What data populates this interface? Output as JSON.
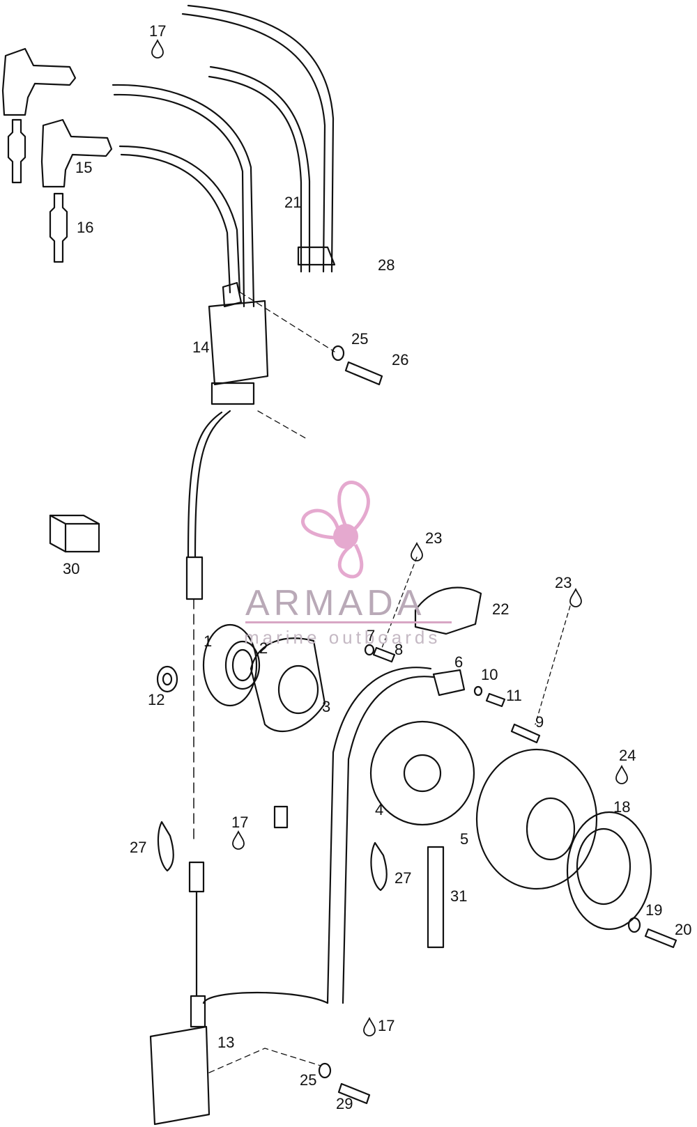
{
  "watermark": {
    "brand": "ARMADA",
    "tagline": "marine outboards",
    "logo_color": "#e5a9cf"
  },
  "part_labels": [
    {
      "id": "l17a",
      "text": "17"
    },
    {
      "id": "l15",
      "text": "15"
    },
    {
      "id": "l16",
      "text": "16"
    },
    {
      "id": "l21",
      "text": "21"
    },
    {
      "id": "l28",
      "text": "28"
    },
    {
      "id": "l14",
      "text": "14"
    },
    {
      "id": "l25a",
      "text": "25"
    },
    {
      "id": "l26",
      "text": "26"
    },
    {
      "id": "l30",
      "text": "30"
    },
    {
      "id": "l23a",
      "text": "23"
    },
    {
      "id": "l22",
      "text": "22"
    },
    {
      "id": "l23b",
      "text": "23"
    },
    {
      "id": "l1",
      "text": "1"
    },
    {
      "id": "l2",
      "text": "2"
    },
    {
      "id": "l7",
      "text": "7"
    },
    {
      "id": "l8",
      "text": "8"
    },
    {
      "id": "l6",
      "text": "6"
    },
    {
      "id": "l10",
      "text": "10"
    },
    {
      "id": "l11",
      "text": "11"
    },
    {
      "id": "l12",
      "text": "12"
    },
    {
      "id": "l3",
      "text": "3"
    },
    {
      "id": "l9",
      "text": "9"
    },
    {
      "id": "l24",
      "text": "24"
    },
    {
      "id": "l4",
      "text": "4"
    },
    {
      "id": "l18",
      "text": "18"
    },
    {
      "id": "l5",
      "text": "5"
    },
    {
      "id": "l17b",
      "text": "17"
    },
    {
      "id": "l27a",
      "text": "27"
    },
    {
      "id": "l27b",
      "text": "27"
    },
    {
      "id": "l31",
      "text": "31"
    },
    {
      "id": "l19",
      "text": "19"
    },
    {
      "id": "l20",
      "text": "20"
    },
    {
      "id": "l17c",
      "text": "17"
    },
    {
      "id": "l13",
      "text": "13"
    },
    {
      "id": "l25b",
      "text": "25"
    },
    {
      "id": "l29",
      "text": "29"
    }
  ]
}
